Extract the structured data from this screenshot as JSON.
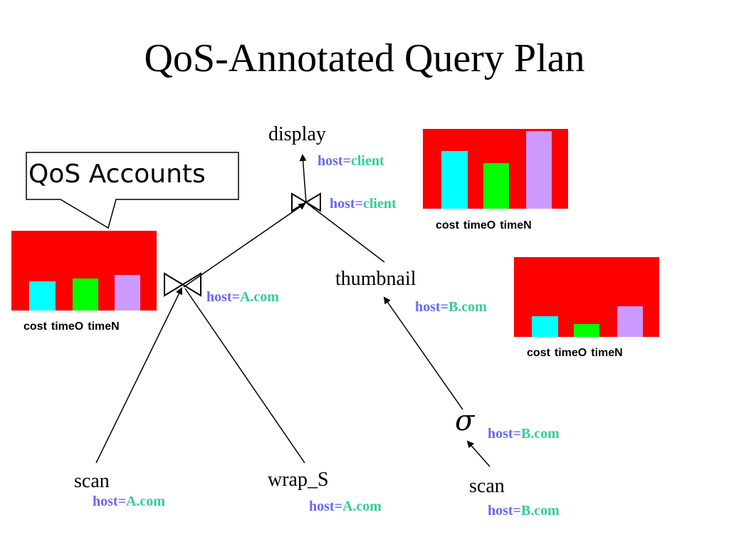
{
  "title": "QoS-Annotated Query Plan",
  "callout": {
    "text": "QoS Accounts"
  },
  "nodes": {
    "display": "display",
    "thumbnail": "thumbnail",
    "scan_left": "scan",
    "wrap_s": "wrap_S",
    "scan_right": "scan",
    "select_symbol": "σ"
  },
  "hosts": {
    "display": {
      "key": "host=",
      "value": "client"
    },
    "join_top": {
      "key": "host=",
      "value": "client"
    },
    "join_left": {
      "key": "host=",
      "value": "A.com"
    },
    "thumbnail": {
      "key": "host=",
      "value": "B.com"
    },
    "select": {
      "key": "host=",
      "value": "B.com"
    },
    "scan_left": {
      "key": "host=",
      "value": "A.com"
    },
    "wrap_s": {
      "key": "host=",
      "value": "A.com"
    },
    "scan_right": {
      "key": "host=",
      "value": "B.com"
    }
  },
  "colors": {
    "panel": "#ff0000",
    "cost": "#00ffff",
    "timeO": "#00ff00",
    "timeN": "#cc99ff",
    "host_key": "#6666ff",
    "host_value": "#33cc99"
  },
  "chart_data": [
    {
      "type": "bar",
      "categories": [
        "cost",
        "timeO",
        "timeN"
      ],
      "values": [
        0.37,
        0.4,
        0.45
      ],
      "ylim": [
        0,
        1
      ]
    },
    {
      "type": "bar",
      "categories": [
        "cost",
        "timeO",
        "timeN"
      ],
      "values": [
        0.72,
        0.57,
        0.97
      ],
      "ylim": [
        0,
        1
      ]
    },
    {
      "type": "bar",
      "categories": [
        "cost",
        "timeO",
        "timeN"
      ],
      "values": [
        0.26,
        0.16,
        0.38
      ],
      "ylim": [
        0,
        1
      ]
    }
  ]
}
